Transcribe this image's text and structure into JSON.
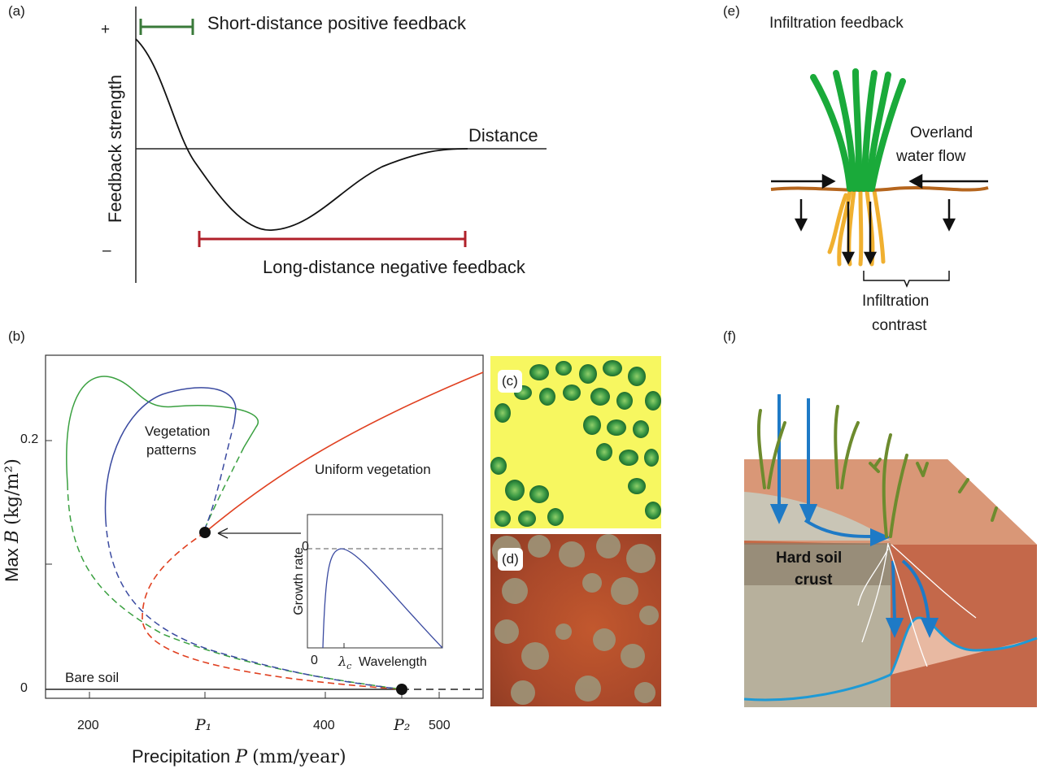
{
  "panel_a": {
    "label": "(a)",
    "plus": "+",
    "minus": "–",
    "ylabel": "Feedback strength",
    "xlabel": "Distance",
    "short_label": "Short-distance positive feedback",
    "long_label": "Long-distance negative feedback"
  },
  "panel_b": {
    "label": "(b)",
    "ylabel_prefix": "Max",
    "ylabel_var": "B",
    "ylabel_unit": "(kg/m²)",
    "xlabel_prefix": "Precipitation",
    "xlabel_var": "P",
    "xlabel_unit": "(mm/year)",
    "yticks": [
      "0.2",
      "0"
    ],
    "xticks": [
      "200",
      "400",
      "500"
    ],
    "p1": "P₁",
    "p2": "P₂",
    "veg_patterns": [
      "Vegetation",
      "patterns"
    ],
    "uniform": "Uniform vegetation",
    "bare": "Bare soil",
    "inset": {
      "ylabel": "Growth rate",
      "xlabel": "Wavelength",
      "zero_y": "0",
      "zero_x": "0",
      "lambda": "λ",
      "lambda_sub": "c"
    }
  },
  "panel_c": {
    "label": "(c)"
  },
  "panel_d": {
    "label": "(d)"
  },
  "panel_e": {
    "label": "(e)",
    "title": "Infiltration feedback",
    "flow": [
      "Overland",
      "water flow"
    ],
    "contrast": [
      "Infiltration",
      "contrast"
    ]
  },
  "panel_f": {
    "label": "(f)",
    "crust": [
      "Hard soil",
      "crust"
    ]
  },
  "colors": {
    "green_bar": "#3a7a3a",
    "red_bar": "#b0202a",
    "curve_green": "#3aa040",
    "curve_blue": "#3a4aa0",
    "curve_red": "#e04020",
    "grass": "#1aaa3a",
    "roots": "#f0b030",
    "soil": "#b5651d",
    "pattern_yellow": "#f7f760",
    "pattern_green": "#2e8b3a"
  },
  "chart_data": {
    "type": "line",
    "xlabel": "Precipitation P (mm/year)",
    "ylabel": "Max B (kg/m²)",
    "xlim": [
      150,
      550
    ],
    "ylim": [
      0,
      0.27
    ],
    "series": [
      {
        "name": "Uniform vegetation",
        "style": "solid",
        "x": [
          300,
          350,
          400,
          450,
          500,
          550
        ],
        "y": [
          0.125,
          0.16,
          0.19,
          0.215,
          0.24,
          0.255
        ]
      },
      {
        "name": "Bare soil",
        "style": "solid",
        "x": [
          150,
          450
        ],
        "y": [
          0,
          0
        ]
      }
    ],
    "annotations": [
      "Vegetation patterns",
      "Uniform vegetation",
      "Bare soil"
    ]
  }
}
